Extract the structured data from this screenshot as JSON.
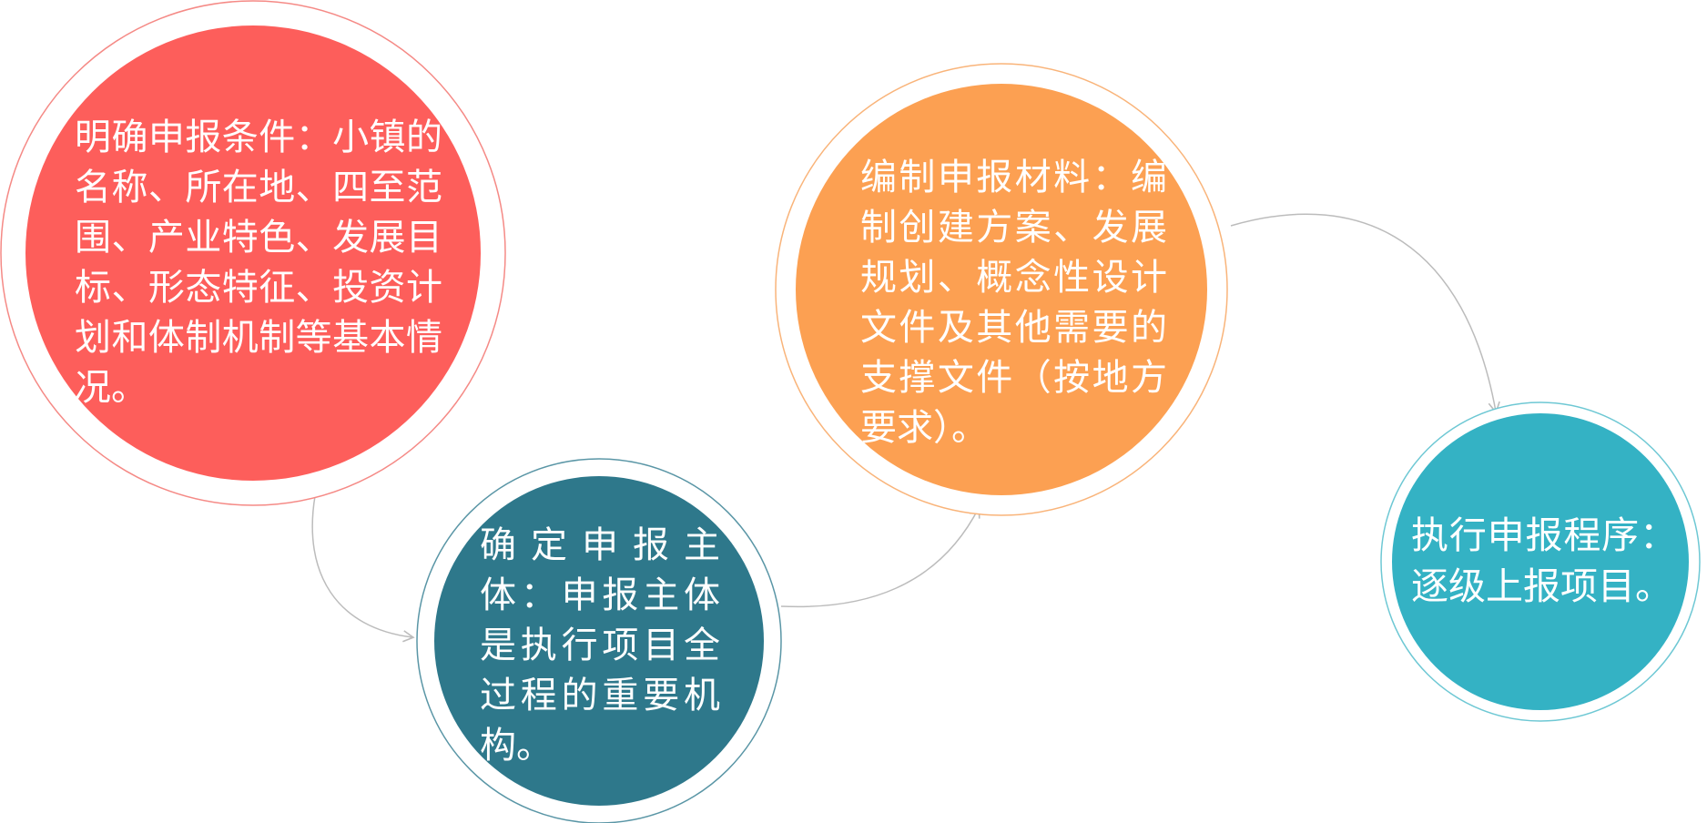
{
  "diagram": {
    "steps": [
      {
        "id": "step-1",
        "text": "明确申报条件：小镇的名称、所在地、四至范围、产业特色、发展目标、形态特征、投资计划和体制机制等基本情况。",
        "fill": "#fd5e5b",
        "ring": "#f58a86"
      },
      {
        "id": "step-2",
        "text": "确定申报主体：申报主体是执行项目全过程的重要机构。",
        "fill": "#2e788b",
        "ring": "#5a96a6"
      },
      {
        "id": "step-3",
        "text": "编制申报材料：编制创建方案、发展规划、概念性设计文件及其他需要的支撑文件（按地方要求）。",
        "fill": "#fca052",
        "ring": "#f9b47a"
      },
      {
        "id": "step-4",
        "text": "执行申报程序：逐级上报项目。",
        "fill": "#34b2c4",
        "ring": "#6ec8d4"
      }
    ],
    "connector_color": "#bcbcbc"
  }
}
